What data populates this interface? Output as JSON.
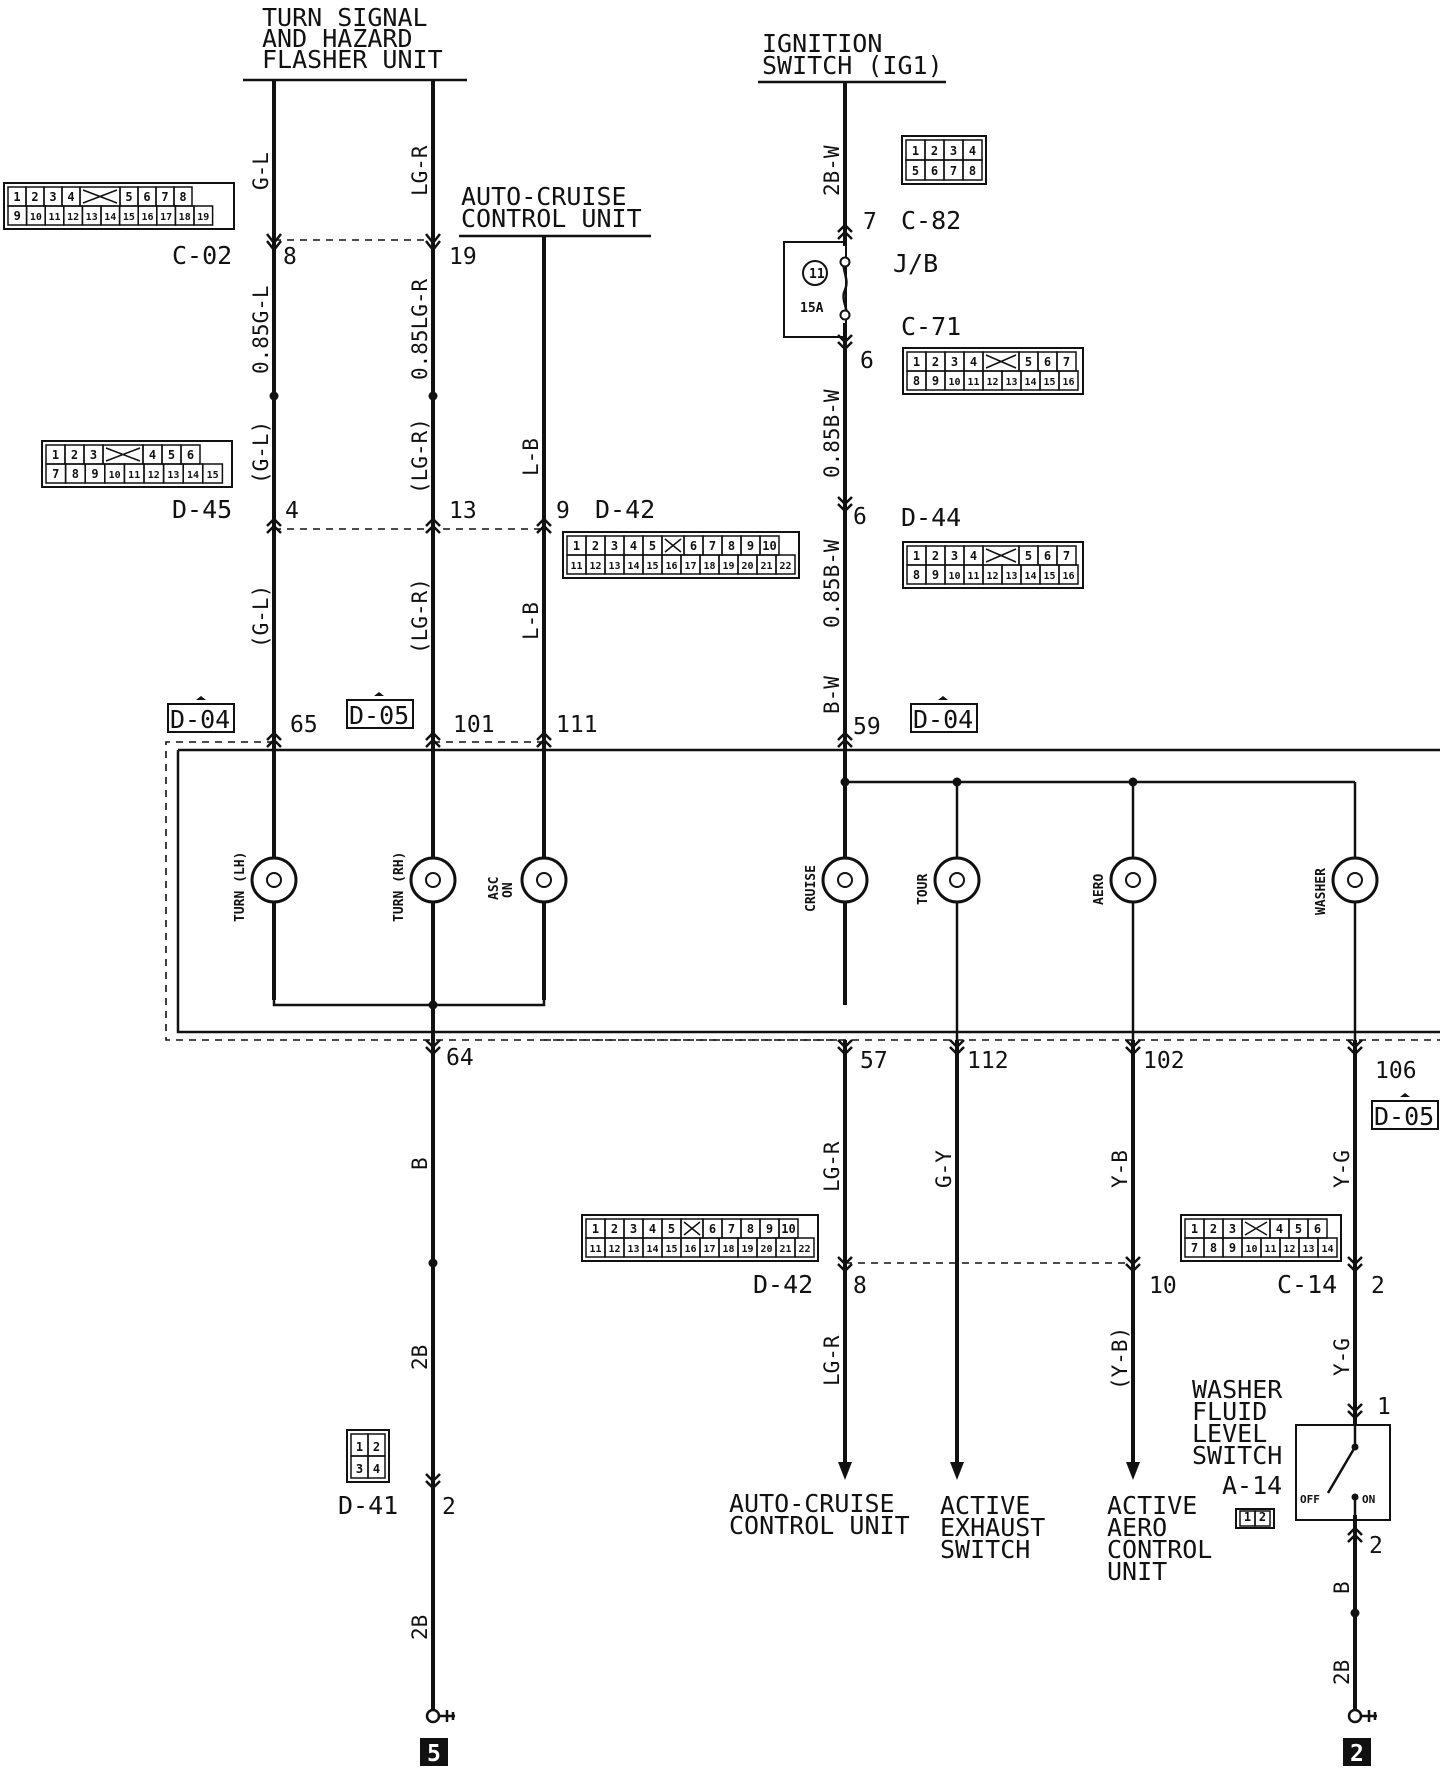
{
  "components": {
    "flasher": [
      "TURN SIGNAL",
      "AND HAZARD",
      "FLASHER UNIT"
    ],
    "cruise_top": [
      "AUTO-CRUISE",
      "CONTROL UNIT"
    ],
    "ignition": [
      "IGNITION",
      "SWITCH (IG1)"
    ],
    "jb": "J/B",
    "fuse_no": "11",
    "fuse_amp": "15A",
    "washer_switch": [
      "WASHER",
      "FLUID",
      "LEVEL",
      "SWITCH"
    ],
    "off": "OFF",
    "on": "ON",
    "out_cruise": [
      "AUTO-CRUISE",
      "CONTROL UNIT"
    ],
    "out_exhaust": [
      "ACTIVE",
      "EXHAUST",
      "SWITCH"
    ],
    "out_aero": [
      "ACTIVE",
      "AERO",
      "CONTROL",
      "UNIT"
    ]
  },
  "connectors": {
    "c02": "C-02",
    "d45": "D-45",
    "d42a": "D-42",
    "c82": "C-82",
    "c71": "C-71",
    "d44": "D-44",
    "d04a": "D-04",
    "d05a": "D-05",
    "d04b": "D-04",
    "d05b": "D-05",
    "d42b": "D-42",
    "c14": "C-14",
    "d41": "D-41",
    "a14": "A-14"
  },
  "wires": {
    "gl": "G-L",
    "lgr": "LG-R",
    "gl085": "0.85G-L",
    "lgr085": "0.85LG-R",
    "gl_p1": "(G-L)",
    "lgr_p1": "(LG-R)",
    "lb1": "L-B",
    "gl_p2": "(G-L)",
    "lgr_p2": "(LG-R)",
    "lb2": "L-B",
    "bw2": "2B-W",
    "bw085a": "0.85B-W",
    "bw085b": "0.85B-W",
    "bw": "B-W",
    "b1": "B",
    "b2_1": "2B",
    "b2_2": "2B",
    "lgr_a": "LG-R",
    "lgr_b": "LG-R",
    "gy": "G-Y",
    "yb": "Y-B",
    "yb_p": "(Y-B)",
    "yg1": "Y-G",
    "yg2": "Y-G",
    "b_r": "B",
    "b2_r": "2B"
  },
  "pins": {
    "p8": "8",
    "p19": "19",
    "p4": "4",
    "p13": "13",
    "p9": "9",
    "p65": "65",
    "p101": "101",
    "p111": "111",
    "p7": "7",
    "p6a": "6",
    "p6b": "6",
    "p59": "59",
    "p64": "64",
    "p57": "57",
    "p112": "112",
    "p102": "102",
    "p106": "106",
    "p8b": "8",
    "p10": "10",
    "p2a": "2",
    "p1": "1",
    "p2b": "2",
    "p2c": "2"
  },
  "lamps": {
    "turn_lh": "TURN (LH)",
    "turn_rh": "TURN (RH)",
    "asc1": "ASC",
    "asc2": "ON",
    "cruise": "CRUISE",
    "tour": "TOUR",
    "aero": "AERO",
    "washer": "WASHER"
  },
  "grounds": {
    "g5": "5",
    "g2": "2"
  },
  "connector_faces": {
    "c02": {
      "row1": [
        "1",
        "2",
        "3",
        "4",
        "",
        "5",
        "6",
        "7",
        "8"
      ],
      "row2": [
        "9",
        "10",
        "11",
        "12",
        "13",
        "14",
        "15",
        "16",
        "17",
        "18",
        "19"
      ]
    },
    "d45": {
      "row1": [
        "1",
        "2",
        "3",
        "",
        "4",
        "5",
        "6"
      ],
      "row2": [
        "7",
        "8",
        "9",
        "10",
        "11",
        "12",
        "13",
        "14",
        "15"
      ]
    },
    "d42": {
      "row1": [
        "1",
        "2",
        "3",
        "4",
        "5",
        "",
        "6",
        "7",
        "8",
        "9",
        "10"
      ],
      "row2": [
        "11",
        "12",
        "13",
        "14",
        "15",
        "16",
        "17",
        "18",
        "19",
        "20",
        "21",
        "22"
      ]
    },
    "c82": {
      "row1": [
        "1",
        "2",
        "3",
        "4"
      ],
      "row2": [
        "5",
        "6",
        "7",
        "8"
      ]
    },
    "c71": {
      "row1": [
        "1",
        "2",
        "3",
        "4",
        "",
        "5",
        "6",
        "7"
      ],
      "row2": [
        "8",
        "9",
        "10",
        "11",
        "12",
        "13",
        "14",
        "15",
        "16"
      ]
    },
    "d44": {
      "row1": [
        "1",
        "2",
        "3",
        "4",
        "",
        "5",
        "6",
        "7"
      ],
      "row2": [
        "8",
        "9",
        "10",
        "11",
        "12",
        "13",
        "14",
        "15",
        "16"
      ]
    },
    "c14": {
      "row1": [
        "1",
        "2",
        "3",
        "",
        "4",
        "5",
        "6"
      ],
      "row2": [
        "7",
        "8",
        "9",
        "10",
        "11",
        "12",
        "13",
        "14"
      ]
    },
    "d41": {
      "row1": [
        "1",
        "2"
      ],
      "row2": [
        "3",
        "4"
      ]
    },
    "a14": {
      "row1": [
        "1",
        "2"
      ]
    }
  }
}
